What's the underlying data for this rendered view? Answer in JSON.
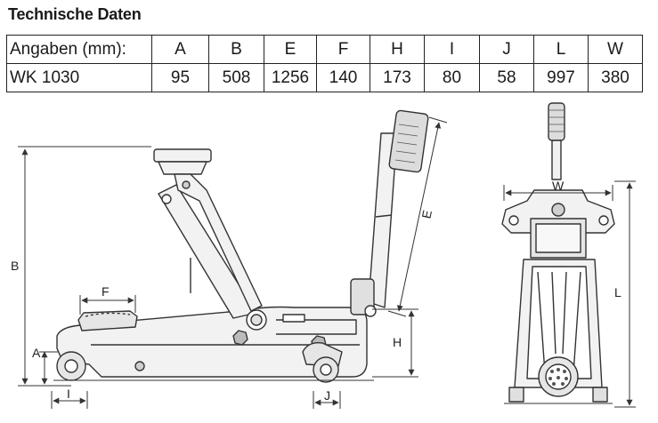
{
  "heading": "Technische Daten",
  "table": {
    "header_label": "Angaben (mm):",
    "columns": [
      "A",
      "B",
      "E",
      "F",
      "H",
      "I",
      "J",
      "L",
      "W"
    ],
    "rows": [
      {
        "model": "WK 1030",
        "values": [
          "95",
          "508",
          "1256",
          "140",
          "173",
          "80",
          "58",
          "997",
          "380"
        ]
      }
    ]
  },
  "dimension_labels": {
    "A": "A",
    "B": "B",
    "E": "E",
    "F": "F",
    "H": "H",
    "I": "I",
    "J": "J",
    "L": "L",
    "W": "W"
  },
  "colors": {
    "line": "#333333",
    "fill_light": "#f2f2f2",
    "fill_mid": "#cfcfcf",
    "fill_dark": "#8a8a8a"
  }
}
